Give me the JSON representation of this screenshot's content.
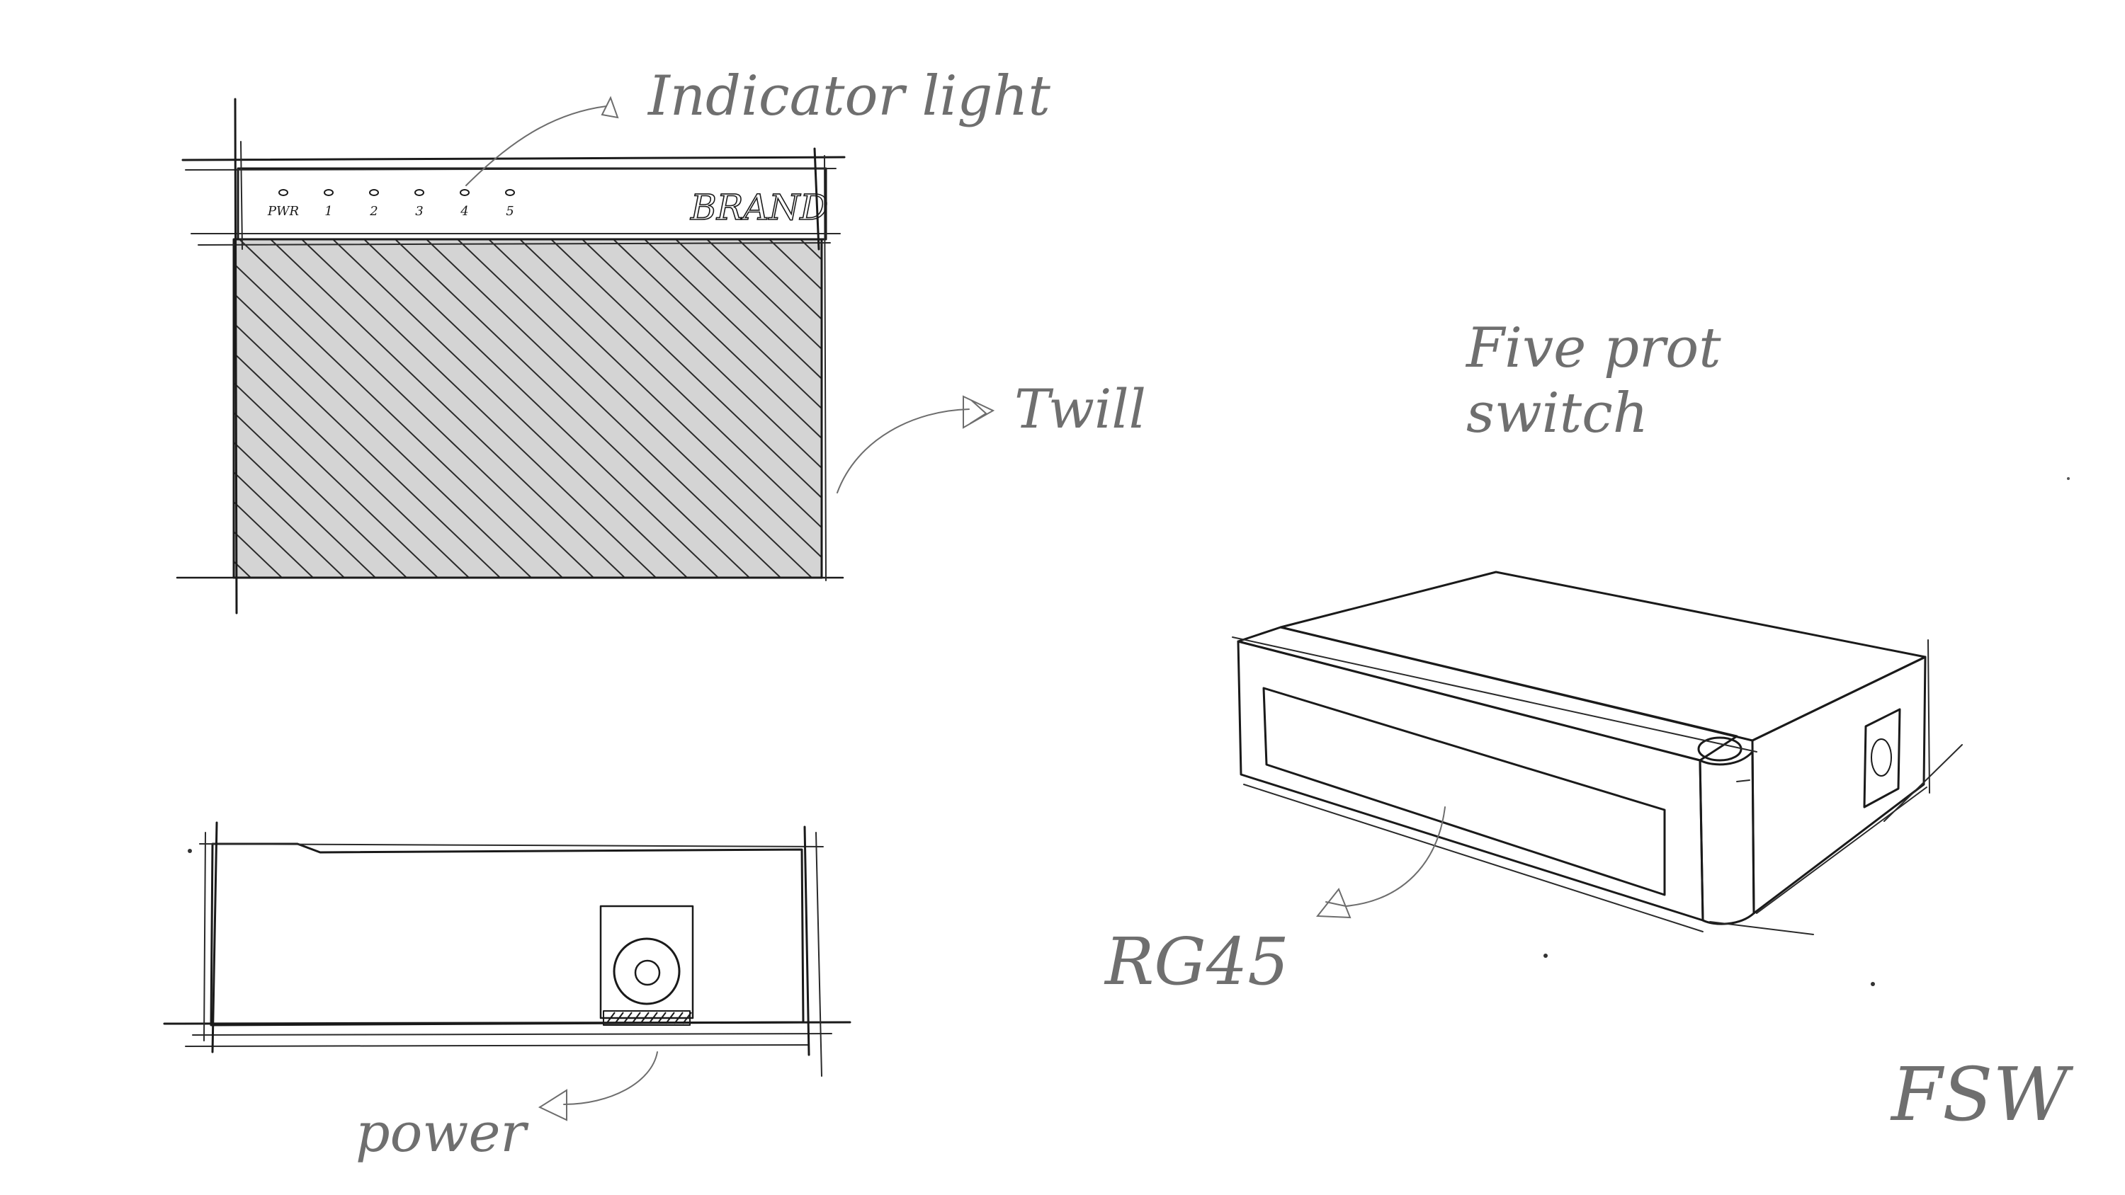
{
  "annotations": {
    "indicator_light": "Indicator light",
    "twill": "Twill",
    "title_line1": "Five prot",
    "title_line2": "switch",
    "rj45": "RG45",
    "power": "power",
    "signature": "FSW"
  },
  "front_panel": {
    "brand": "BRAND",
    "indicators": [
      "PWR",
      "1",
      "2",
      "3",
      "4",
      "5"
    ]
  },
  "colors": {
    "panel_fill": "#d4d4d4",
    "ink": "#1a1a1a",
    "annotation": "#6f6f6f",
    "jack": "#7a7a7a"
  }
}
